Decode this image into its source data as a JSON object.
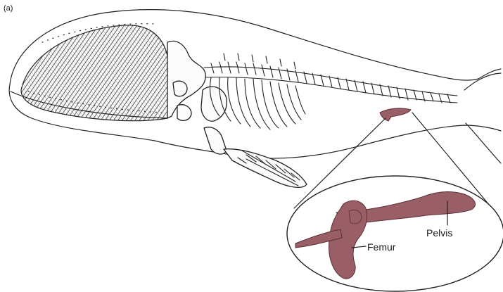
{
  "figure": {
    "panel_label": "(a)",
    "labels": {
      "pelvis": "Pelvis",
      "femur": "Femur"
    },
    "colors": {
      "vestigial_bone": "#9a5f66",
      "outline": "#222222",
      "background": "#ffffff"
    }
  }
}
